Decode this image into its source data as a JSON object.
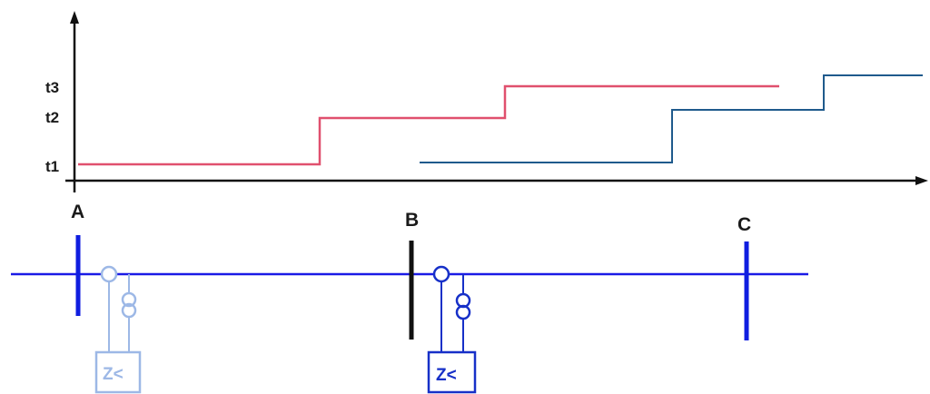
{
  "axis": {
    "time_labels": [
      "t1",
      "t2",
      "t3"
    ]
  },
  "buses": {
    "a": "A",
    "b": "B",
    "c": "C"
  },
  "relays": {
    "relay_a": "Z<",
    "relay_b": "Z<"
  },
  "colors": {
    "axis": "#111111",
    "line": "#1a1ae6",
    "bus_a": "#0f1ee0",
    "bus_b": "#111111",
    "bus_c": "#0f1ee0",
    "relay_a": "#9db8e6",
    "relay_b": "#1730c8",
    "curve_a": "#e0506e",
    "curve_b": "#1f5a8c"
  }
}
